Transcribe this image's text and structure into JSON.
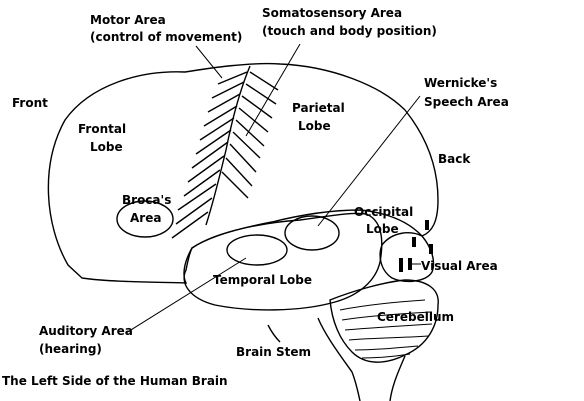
{
  "diagram": {
    "caption": "The Left Side of the Human Brain",
    "labels": {
      "motor_area_line1": "Motor Area",
      "motor_area_line2": "(control of movement)",
      "somatosensory_line1": "Somatosensory Area",
      "somatosensory_line2": "(touch and body position)",
      "wernickes_line1": "Wernicke's",
      "wernickes_line2": "Speech Area",
      "front": "Front",
      "frontal_line1": "Frontal",
      "frontal_line2": "Lobe",
      "parietal_line1": "Parietal",
      "parietal_line2": "Lobe",
      "back": "Back",
      "brocas_line1": "Broca's",
      "brocas_line2": "Area",
      "occipital_line1": "Occipital",
      "occipital_line2": "Lobe",
      "temporal": "Temporal Lobe",
      "visual": "Visual Area",
      "auditory_line1": "Auditory Area",
      "auditory_line2": "(hearing)",
      "cerebellum": "Cerebellum",
      "brain_stem": "Brain Stem"
    }
  }
}
